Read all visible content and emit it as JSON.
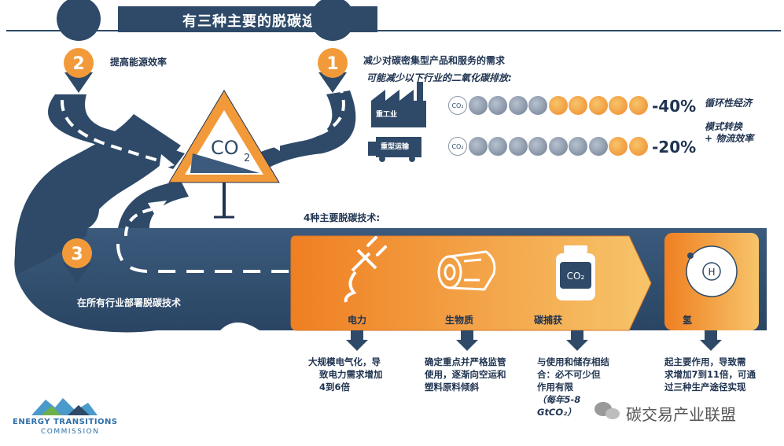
{
  "title": "有三种主要的脱碳途径",
  "pins": [
    {
      "num": "2",
      "label": "提高能源效率"
    },
    {
      "num": "1",
      "label": "减少对碳密集型产品和服务的需求"
    },
    {
      "num": "3",
      "label": "在所有行业部署脱碳技术"
    }
  ],
  "demand_subtitle": "可能减少以下行业的二氧化碳排放:",
  "sectors": [
    {
      "name": "重工业",
      "co2": "CO₂",
      "pct": "-40%",
      "filled": 5,
      "total": 10
    },
    {
      "name": "重型运输",
      "co2": "CO₂",
      "pct": "-20%",
      "filled": 2,
      "total": 10
    }
  ],
  "measures": {
    "line1": "循环性经济",
    "line2": "模式转换",
    "line3": "+ 物流效率"
  },
  "warning_sign": {
    "text": "CO",
    "sub": "2"
  },
  "tech_heading": "4种主要脱碳技术:",
  "technologies": [
    {
      "label": "电力",
      "icon": "plug-icon",
      "desc": [
        "大规模电气化，导",
        "致电力需求增加",
        "4到6倍"
      ]
    },
    {
      "label": "生物质",
      "icon": "log-icon",
      "desc": [
        "确定重点并严格监管",
        "使用，逐渐向空运和",
        "塑料原料倾斜"
      ]
    },
    {
      "label": "碳捕获",
      "icon": "co2-jar-icon",
      "jar_text": "CO₂",
      "desc": [
        "与使用和储存相结",
        "合：必不可少但",
        "作用有限"
      ],
      "note": [
        "（每年5-8",
        "GtCO₂）"
      ]
    },
    {
      "label": "氢",
      "icon": "hydrogen-atom-icon",
      "atom_text": "H",
      "desc": [
        "起主要作用，导致需",
        "求增加7到11倍，可通",
        "过三种生产途径实现"
      ]
    }
  ],
  "logo": {
    "line1": "ENERGY TRANSITIONS",
    "line2": "COMMISSION"
  },
  "watermark": "碳交易产业联盟",
  "colors": {
    "navy": "#2e4a68",
    "orange": "#ef8a2e",
    "orange_light": "#f7c46a",
    "gray_dot": "#8a97a8"
  }
}
